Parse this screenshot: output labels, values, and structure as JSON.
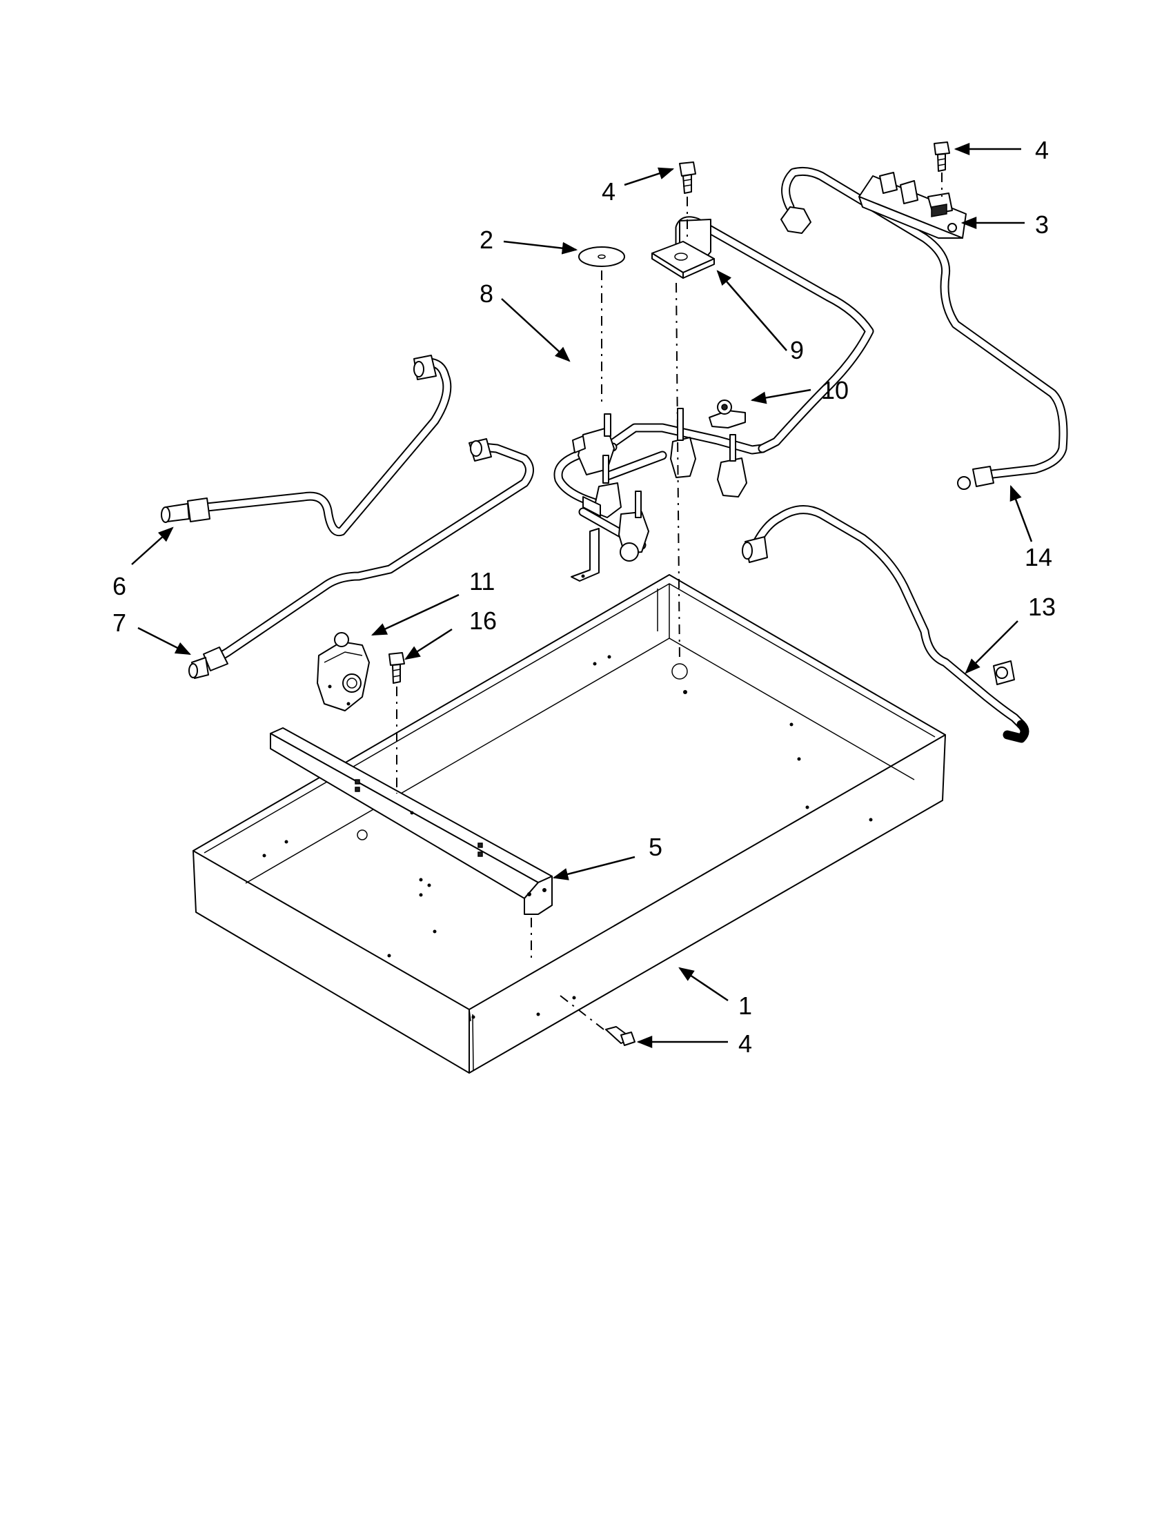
{
  "callouts": [
    {
      "id": "screw-top-center",
      "label": "4"
    },
    {
      "id": "screw-top-right",
      "label": "4"
    },
    {
      "id": "spark-module",
      "label": "3"
    },
    {
      "id": "washer",
      "label": "2"
    },
    {
      "id": "mounting-plate",
      "label": "9"
    },
    {
      "id": "manifold-valves",
      "label": "8"
    },
    {
      "id": "valve-bracket",
      "label": "10"
    },
    {
      "id": "tube-left-upper",
      "label": "6"
    },
    {
      "id": "tube-left-lower",
      "label": "7"
    },
    {
      "id": "regulator",
      "label": "11"
    },
    {
      "id": "screw-regulator",
      "label": "16"
    },
    {
      "id": "tube-right-lower",
      "label": "13"
    },
    {
      "id": "tube-right-upper",
      "label": "14"
    },
    {
      "id": "support-bracket",
      "label": "5"
    },
    {
      "id": "burner-box",
      "label": "1"
    },
    {
      "id": "screw-front",
      "label": "4"
    }
  ]
}
